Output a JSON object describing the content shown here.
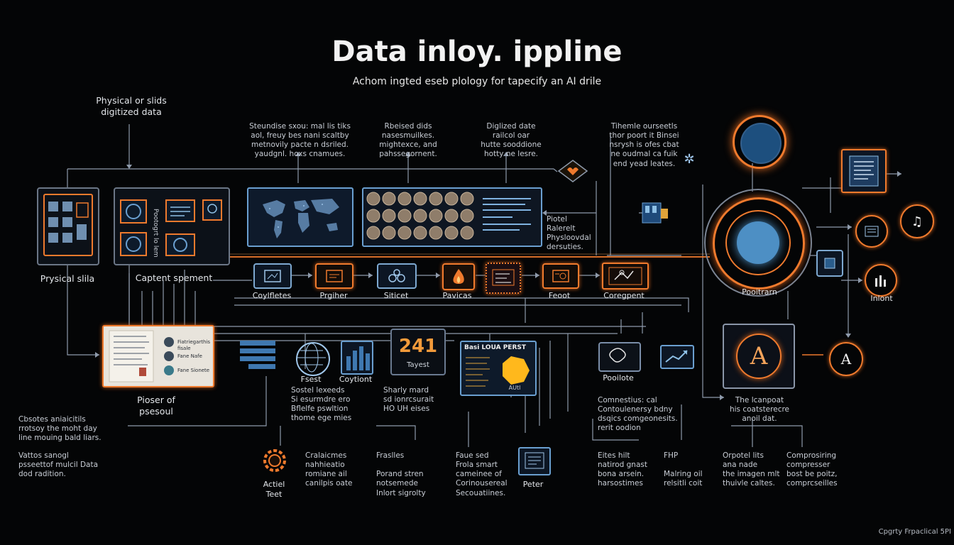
{
  "title": "Data inloy. ippline",
  "subtitle": "Achom ingted eseb plology for tapecify an AI drile",
  "colors": {
    "accent": "#ef7a2d",
    "wire": "#8e9aab",
    "blue": "#6a9fd0",
    "background": "#040506"
  },
  "notes": {
    "top_left": "Physical or slids\ndigitized data",
    "top_1": "Steundise sxou: mal lis tiks\naol, freuy bes nani scaltby\nmetnovily pacte n dsriled.\nyaudgnl. hoxs cnamues.",
    "top_2": "Rbeised dids\nnasesmuilkes.\nmightexce, and\npahssegornent.",
    "top_3": "Diglized date\nrailcol oar\nhutte sooddione\nhotty ne lesre.",
    "top_4": "Tihemle ourseetls\nthor poort it Binsei\nnsrysh is ofes cbat\nne oudmal ca fuik\nend yead leates.",
    "mid_right": "Piotel\nRalerelt\nPhysloovdal\ndersuties.",
    "bottom_left_1": "Cbsotes aniaicitils\nrrotsoy the moht day\nline mouing bald liars.",
    "bottom_left_2": "Vattos sanogl\npsseettof mulcil Data\ndod radition.",
    "mid_1": "Sostel lexeeds\nSi esurmdre ero\nBflelfe pswltion\nthome ege mies",
    "mid_2": "Sharly mard\nsd ionrcsurait\nHO UH eises",
    "mid_3": "Comnestius: cal\nContoulenersy bdny\ndsqics comgeonesits.\nrerit oodion",
    "mid_4": "The lcanpoat\nhis coatsterecre\nanoil dat.",
    "b1": "Cralaicmes\nnahhieatio\nromiane ail\ncanilpis oate",
    "b2": "Fraslles\n\nPorand stren\nnotsemede\nInlort sigrolty",
    "b3": "Faue sed\nFrola smart\ncameinee of\nCorinousereal\nSecouatiines.",
    "b4": "Eites hilt\nnatirod gnast\nbona arsein.\nharsostimes",
    "b5": "FHP\n\nMalring oil\nrelsitli coit",
    "b6": "Orpotel lits\nana nade\nthe imagen mlt\nthuivle caltes.",
    "b7": "Comprosiring\ncompresser\nbost be poitz,\ncomprcseilles",
    "footer": "Cpgrty Frpaclical 5PI"
  },
  "labels": {
    "physical_slide": "Prysical slila",
    "capture": "Captent spement",
    "step1": "Coylfletes",
    "step2": "Prgiher",
    "step3": "Siticet",
    "step4": "Pavicas",
    "step5": "Feoot",
    "step6": "Coregpent",
    "center": "Pooitrarn",
    "right_out": "Inlont",
    "paper": "Pioser of\npsesoul",
    "globe": "Fsest",
    "chart": "Coytiont",
    "counter_value": "241",
    "counter_label": "Tayest",
    "panel_header": "Basi LOUA PERST",
    "panel_footer": "AUtl",
    "feature": "Pooilote",
    "actual": "Actiel\nTeet",
    "paper_icon": "Peter",
    "cap_box": "Pootogrt lo lem",
    "doc_1": "Fiatriegarthis fisale",
    "doc_2": "Fane Nafe",
    "doc_3": "Fane Sionete"
  },
  "icons": [
    "slide-collage-icon",
    "world-map-icon",
    "sample-grid-icon",
    "gear-icon",
    "heart-handshake-icon",
    "sd-card-icon",
    "document-icon",
    "music-note-icon",
    "bar-chart-icon",
    "ai-letter-icon",
    "globe-icon",
    "flame-icon",
    "gear-badge-icon",
    "trend-chart-icon"
  ]
}
